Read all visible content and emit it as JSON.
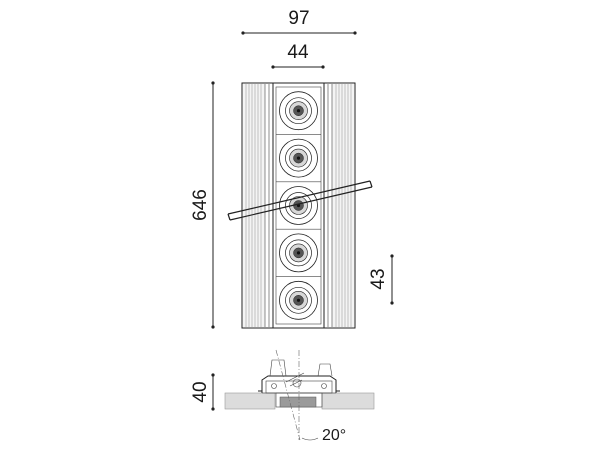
{
  "dimensions": {
    "overall_width": "97",
    "inner_width": "44",
    "length": "646",
    "module_pitch": "43",
    "height": "40",
    "tilt_angle": "20°"
  },
  "spots": {
    "count": 5
  },
  "colors": {
    "line": "#222222",
    "fin": "#8a8a8a",
    "ceiling": "#dcdcdc"
  }
}
